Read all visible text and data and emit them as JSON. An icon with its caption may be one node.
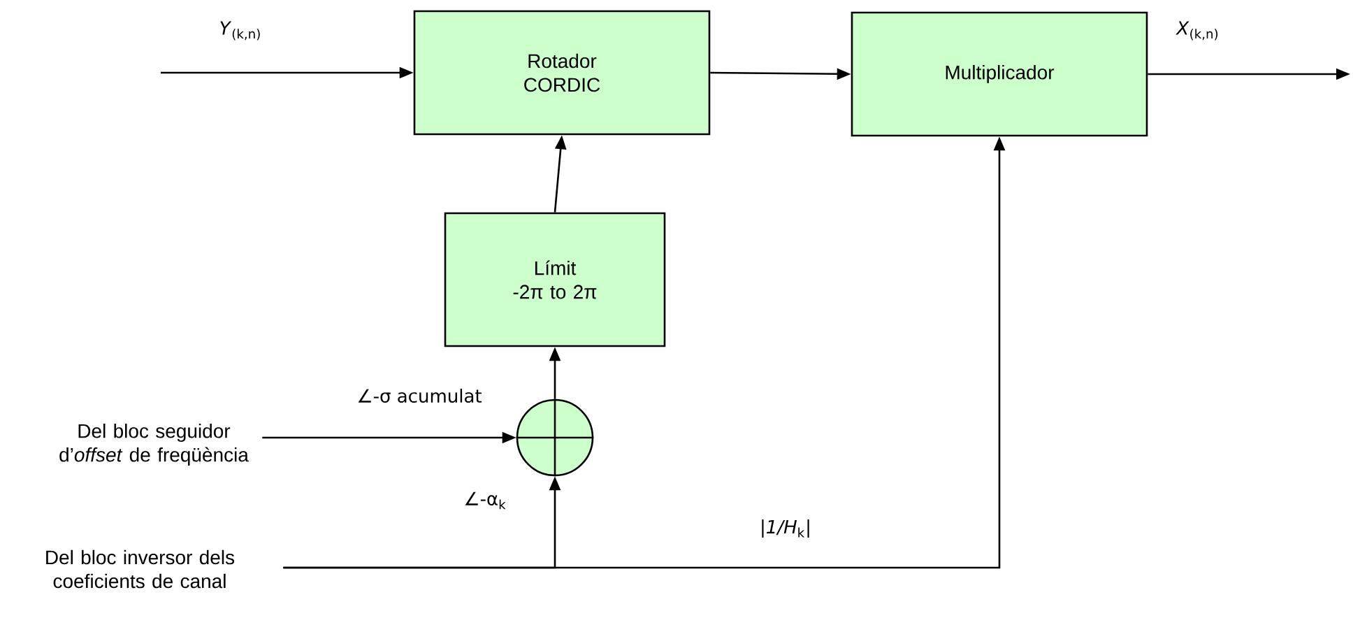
{
  "diagram": {
    "nodes": [
      {
        "text": [
          "Rotador CORDIC"
        ]
      },
      {
        "text": [
          "Multiplicador"
        ]
      },
      {
        "text": [
          "Límit",
          "-2π to 2π"
        ]
      },
      {
        "text": [],
        "shape": "circle"
      },
      {
        "text": [
          "Del bloc seguidor d’*offset* de freqüència"
        ]
      },
      {
        "text": [
          "Del bloc inversor dels coeficients de canal"
        ]
      }
    ],
    "edges": [
      {
        "from": null,
        "to": 0,
        "arrow": "to",
        "label": "*Y*$_{(k,n)}$"
      },
      {
        "from": 0,
        "to": 1,
        "arrow": "to"
      },
      {
        "from": 1,
        "to": null,
        "arrow": "to",
        "label": "*X*$_{(k,n)}$"
      },
      {
        "from": 2,
        "to": 0,
        "arrow": "to"
      },
      {
        "from": 3,
        "to": 2,
        "arrow": "to"
      },
      {
        "from": 4,
        "to": 3,
        "arrow": "to",
        "label": "∠-σ acumulat"
      },
      {
        "from": 5,
        "to": 3,
        "arrow": "to",
        "label": "∠-α$_{k}$"
      },
      {
        "from": 5,
        "to": 1,
        "arrow": "to",
        "label": "|*1/H*$_{k}$|"
      }
    ]
  }
}
